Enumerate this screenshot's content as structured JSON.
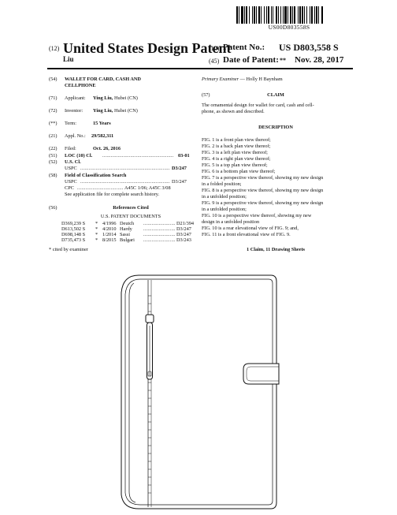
{
  "barcode": {
    "number": "US00D803558S"
  },
  "header": {
    "code_12": "(12)",
    "title": "United States Design Patent",
    "inventor_short": "Liu",
    "code_10": "(10)",
    "patent_no_label": "Patent No.:",
    "patent_no": "US D803,558 S",
    "code_45": "(45)",
    "date_label": "Date of Patent:",
    "date_marker": "**",
    "date": "Nov. 28, 2017"
  },
  "left": {
    "title_code": "(54)",
    "title_line1": "WALLET FOR CARD, CASH AND",
    "title_line2": "CELLPHONE",
    "applicant_code": "(71)",
    "applicant_label": "Applicant:",
    "applicant_name": "Ying Liu,",
    "applicant_loc": "Hubei (CN)",
    "inventor_code": "(72)",
    "inventor_label": "Inventor:",
    "inventor_name": "Ying Liu,",
    "inventor_loc": "Hubei (CN)",
    "term_code": "(**)",
    "term_label": "Term:",
    "term_value": "15 Years",
    "appl_code": "(21)",
    "appl_label": "Appl. No.:",
    "appl_value": "29/582,311",
    "filed_code": "(22)",
    "filed_label": "Filed:",
    "filed_value": "Oct. 26, 2016",
    "loc_code": "(51)",
    "loc_label": "LOC (10) Cl.",
    "loc_value": "03-01",
    "uscl_code": "(52)",
    "uscl_label": "U.S. Cl.",
    "uspc_label": "USPC",
    "uspc_value": "D3/247",
    "field_code": "(58)",
    "field_label": "Field of Classification Search",
    "field_uspc_label": "USPC",
    "field_uspc_value": "D3/247",
    "cpc_label": "CPC",
    "cpc_value": "A45C 1/06; A45C 3/08",
    "see_app": "See application file for complete search history.",
    "refs_code": "(56)",
    "refs_title": "References Cited",
    "refs_subtitle": "U.S. PATENT DOCUMENTS",
    "refs": [
      {
        "num": "D369,239 S",
        "star": "*",
        "date": "4/1996",
        "name": "Deutch",
        "cls": "D21/394"
      },
      {
        "num": "D613,502 S",
        "star": "*",
        "date": "4/2010",
        "name": "Hardy",
        "cls": "D3/247"
      },
      {
        "num": "D698,148 S",
        "star": "*",
        "date": "1/2014",
        "name": "Sassi",
        "cls": "D3/247"
      },
      {
        "num": "D735,473 S",
        "star": "*",
        "date": "8/2015",
        "name": "Bulgari",
        "cls": "D3/243"
      }
    ],
    "cited_by": "* cited by examiner"
  },
  "right": {
    "primary_examiner_label": "Primary Examiner",
    "primary_examiner_name": "— Holly H Baynham",
    "claim_code": "(57)",
    "claim_title": "CLAIM",
    "claim_text_1": "The ornamental design for wallet for card, cash and cell-",
    "claim_text_2": "phone, as shown and described.",
    "description_title": "DESCRIPTION",
    "description_lines": [
      "FIG. 1 is a front plan view thereof;",
      "FIG. 2 is a back plan view thereof;",
      "FIG. 3 is a left plan view thereof;",
      "FIG. 4 is a right plan view thereof;",
      "FIG. 5 is a top plan view thereof;",
      "FIG. 6 is a bottom plan view thereof;",
      "FIG. 7 is a perspective view thereof, showing my new design",
      "in a folded position;",
      "FIG. 8 is a perspective view thereof, showing my new design",
      "in a unfolded position;",
      "FIG. 9 is a perspective view thereof, showing my new design",
      "in a unfolded position;",
      "FIG. 10 is a perspective view thereof, showing my new",
      "design in a unfolded position",
      "FIG. 10 is a rear elevational view of FIG. 9; and,",
      "FIG. 11 is a front elevational view of FIG. 9."
    ],
    "claims_sheets": "1 Claim, 11 Drawing Sheets"
  }
}
